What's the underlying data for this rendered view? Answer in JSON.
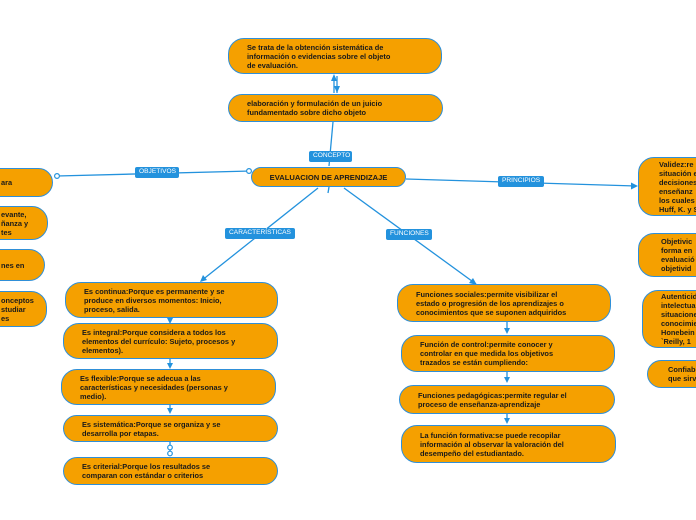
{
  "center": {
    "label": "EVALUACION DE APRENDIZAJE"
  },
  "top": [
    {
      "text": "Se trata de la obtención sistemática de\ninformación o evidencias sobre el objeto\nde evaluación."
    },
    {
      "text": "elaboración y formulación de un juicio\nfundamentado sobre dicho objeto"
    }
  ],
  "tags": {
    "concepto": "CONCEPTO",
    "objetivos": "OBJETIVOS",
    "principios": "PRINCIPIOS",
    "caracteristicas": "CARACTERÍSTICAS",
    "funciones": "FUNCIONES"
  },
  "caracteristicas": [
    {
      "text": "Es continua:Porque es permanente y se\nproduce en diversos momentos: Inicio,\nproceso, salida."
    },
    {
      "text": "Es integral:Porque considera a todos los\nelementos del currículo: Sujeto, procesos y\nelementos)."
    },
    {
      "text": "Es flexible:Porque se adecua a las\ncaracterísticas y necesidades (personas y\nmedio)."
    },
    {
      "text": "Es sistemática:Porque se organiza y se\ndesarrolla por etapas."
    },
    {
      "text": "Es criterial:Porque los resultados se\ncomparan con estándar o criterios"
    }
  ],
  "funciones": [
    {
      "text": "Funciones sociales:permite visibilizar el\nestado o progresión de los aprendizajes o\nconocimientos que se suponen adquiridos"
    },
    {
      "text": "Función de control:permite conocer y\ncontrolar en que medida los objetivos\ntrazados se están cumpliendo:"
    },
    {
      "text": "Funciones pedagógicas:permite regular el\nproceso de enseñanza-aprendizaje"
    },
    {
      "text": "La función formativa:se puede recopilar\ninformación al observar la valoración del\ndesempeño del estudiantado."
    }
  ],
  "objetivos": [
    {
      "text": "ara"
    },
    {
      "text": "evante,\nñanza y\ntes"
    },
    {
      "text": "nes en"
    },
    {
      "text": "onceptos\nstudiar\nes"
    }
  ],
  "principios": [
    {
      "text": "Validez:re\nsituación e\ndecisiones\nenseñanz\nlos cuales\nHuff, K. y S"
    },
    {
      "text": "Objetivic\nforma en\nevaluació\nobjetivid"
    },
    {
      "text": "Autenticid\nintelectua\nsituacione\nconocimie\nHonebein\n`Reilly, 1"
    },
    {
      "text": "Confiab\nque sirv"
    }
  ]
}
